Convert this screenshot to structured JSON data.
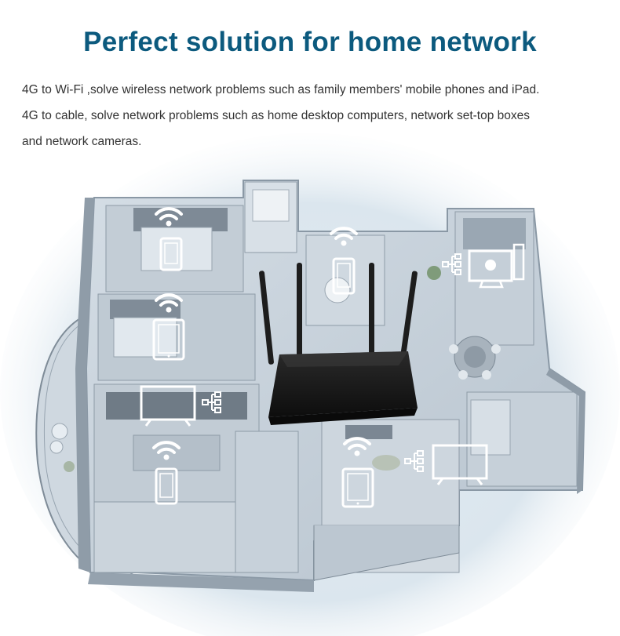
{
  "header": {
    "title": "Perfect solution for home network"
  },
  "description": {
    "line1": "4G to Wi-Fi ,solve wireless network problems such as family members' mobile phones and iPad.",
    "line2": "4G to cable, solve network problems such as home desktop computers, network set-top boxes",
    "line3": "and network cameras."
  },
  "colors": {
    "title": "#0c5a7e",
    "text": "#333333",
    "glow": "#d3e1ec",
    "floor": "#c9d3dc",
    "wall": "#9aa9b6",
    "icon": "#ffffff",
    "router": "#1a1a1a"
  },
  "icons": [
    "wifi-icon",
    "phone-icon",
    "tablet-icon",
    "tv-icon",
    "network-topology-icon",
    "desktop-computer-icon",
    "router-device"
  ]
}
